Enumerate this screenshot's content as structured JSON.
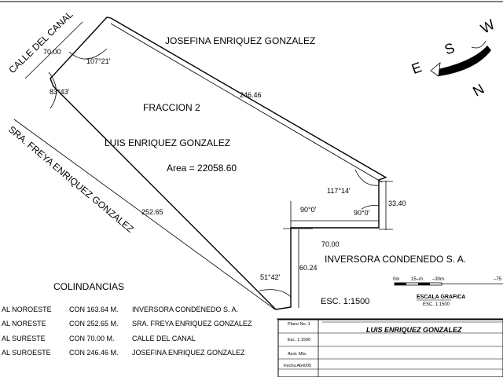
{
  "lot": {
    "fraction": "FRACCION 2",
    "owner": "LUIS ENRIQUEZ GONZALEZ",
    "area": "Area = 22058.60"
  },
  "neighbors": {
    "north_edge": "JOSEFINA ENRIQUEZ GONZALEZ",
    "canal": "CALLE DEL CANAL",
    "southwest": "SRA. FREYA ENRIQUEZ GONZALEZ",
    "southeast": "INVERSORA CONDENEDO S. A."
  },
  "dimensions": {
    "canal_side": "70.00",
    "top_side": "246.46",
    "west_side": "252.65",
    "east_upper": "33.40",
    "step": "70.00",
    "east_lower": "60.24"
  },
  "angles": {
    "a_top_left": "107°21'",
    "a_left": "83°43'",
    "a_top_right": "117°14'",
    "a_right_inner": "90°0'",
    "a_step": "90°0'",
    "a_bottom": "51°42'"
  },
  "scale": {
    "text": "ESC. 1:1500",
    "bar_ticks": [
      "0m",
      "15–m",
      "–30m",
      "–75"
    ],
    "bar_title": "ESCALA GRAFICA",
    "bar_sub": "ESC. 1:1500"
  },
  "compass": {
    "e": "E",
    "s": "S",
    "w": "W",
    "n": "N"
  },
  "colindancias": {
    "title": "COLINDANCIAS",
    "rows": [
      {
        "dir": "AL  NOROESTE",
        "len": "CON 163.64 M.",
        "name": "INVERSORA CONDENEDO S. A."
      },
      {
        "dir": "AL  NORESTE",
        "len": "CON 252.65 M.",
        "name": "SRA. FREYA ENRIQUEZ GONZALEZ"
      },
      {
        "dir": "AL  SURESTE",
        "len": "CON 70.00 M.",
        "name": "CALLE DEL CANAL"
      },
      {
        "dir": "AL  SUROESTE",
        "len": "CON 246.46 M.",
        "name": "JOSEFINA ENRIQUEZ GONZALEZ"
      }
    ]
  },
  "title_block": {
    "plano": "Plano  No.  1",
    "esc": "Esc.  1:1500",
    "acot": "Acot.  Mts.",
    "fecha": "Fecha  Abril/05",
    "title": "LUIS ENRIQUEZ GONZALEZ"
  }
}
